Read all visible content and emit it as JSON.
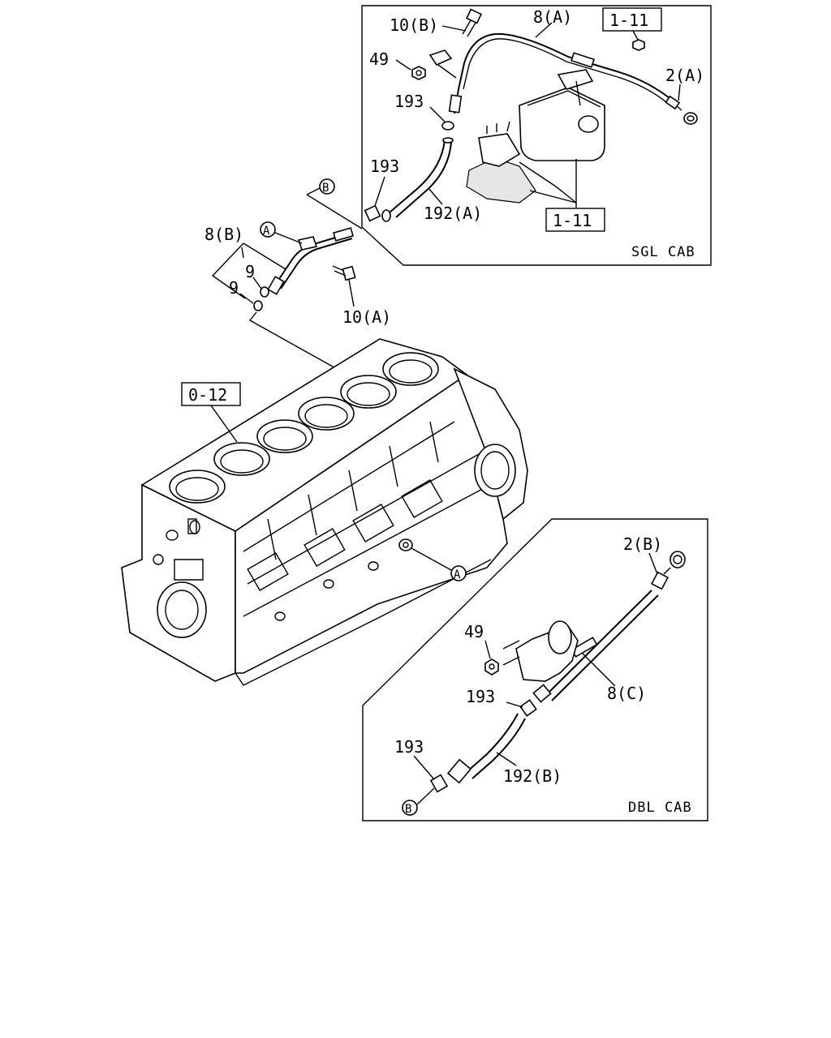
{
  "labels": {
    "p10b": "10(B)",
    "p8a": "8(A)",
    "ref111_top": "1-11",
    "p49_top": "49",
    "p2a": "2(A)",
    "p193_top": "193",
    "p193_mid": "193",
    "p192a": "192(A)",
    "ref111_bottom": "1-11",
    "p8b": "8(B)",
    "p9_upper": "9",
    "p9_lower": "9",
    "p10a": "10(A)",
    "ref012": "0-12",
    "p2b": "2(B)",
    "p49_bottom": "49",
    "p8c": "8(C)",
    "p193_dbl_upper": "193",
    "p193_dbl_lower": "193",
    "p192b": "192(B)"
  },
  "callouts": {
    "a_top": "A",
    "b_top": "B",
    "a_block": "A",
    "b_bottom": "B"
  },
  "captions": {
    "sgl": "SGL CAB",
    "dbl": "DBL CAB"
  }
}
